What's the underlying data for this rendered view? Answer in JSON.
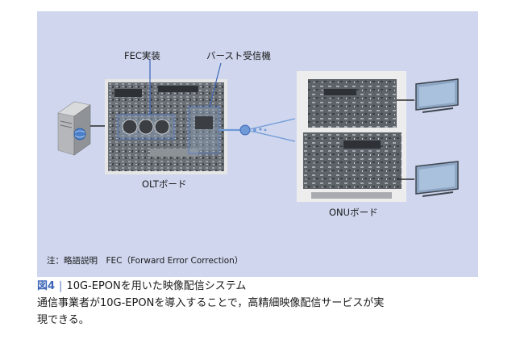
{
  "diagram": {
    "labels": {
      "fec_impl": "FEC実装",
      "burst_receiver": "バースト受信機",
      "olt_board": "OLTボード",
      "onu_board": "ONUボード"
    },
    "note": "注：略語説明　FEC（Forward Error Correction）",
    "colors": {
      "background": "#cfd6ee",
      "highlight": "#5b7fc8",
      "connector": "#2c2c2c",
      "optical": "#6f9ad6"
    }
  },
  "caption": {
    "figure_number": "図4",
    "separator": "|",
    "title": "10G-EPONを用いた映像配信システム",
    "description_line1": "通信事業者が10G-EPONを導入することで，高精細映像配信サービスが実",
    "description_line2": "現できる。"
  }
}
